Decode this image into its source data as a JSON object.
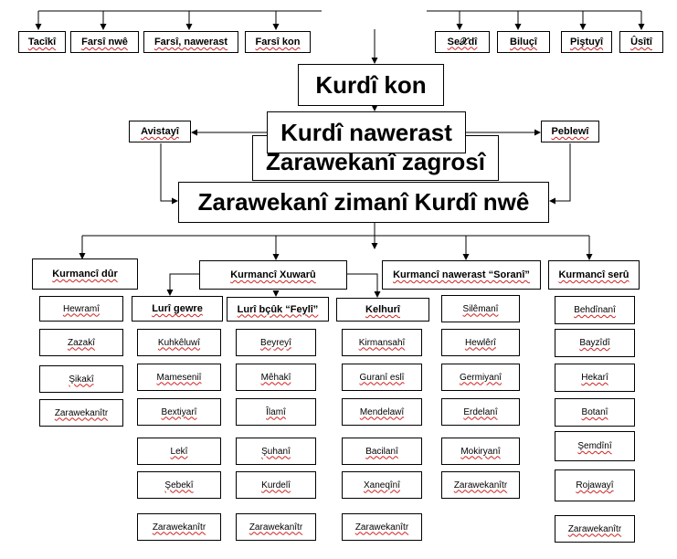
{
  "top_left": [
    "Tacîkî",
    "Farsî nwê",
    "Farsî, nawerast",
    "Farsî kon"
  ],
  "top_right": [
    "Se𝒳dî",
    "Biluçî",
    "Piştuyî",
    "Ûsîtî"
  ],
  "kurdi_kon": "Kurdî kon",
  "kurdi_nawerast": "Kurdî nawerast",
  "zagrosi": "Zarawekanî zagrosî",
  "avistayi": "Avistayî",
  "peblewi": "Peblewî",
  "main": "Zarawekanî zimanî Kurdî nwê",
  "groups": {
    "dur": "Kurmancî dûr",
    "xuwaru": "Kurmancî Xuwarû",
    "nawerast": "Kurmancî nawerast “Soranî”",
    "seru": "Kurmancî serû",
    "luri_gewre": "Lurî gewre",
    "luri_bcuk": "Lurî bçûk “Feylî”",
    "kelhuri": "Kelhurî"
  },
  "dur_items": [
    "Hewramî",
    "Zazakî",
    "Şikakî",
    "Zarawekanîtr"
  ],
  "luri_gewre_items": [
    "Kuhkêluwî",
    "Mameseniî",
    "Bextiyarî",
    "Lekî",
    "Şebekî",
    "Zarawekanîtr"
  ],
  "luri_bcuk_items": [
    "Beyreyî",
    "Mêhakî",
    "Îlamî",
    "Şuhanî",
    "Kurdelî",
    "Zarawekanîtr"
  ],
  "kelhuri_items": [
    "Kirmansahî",
    "Guranî eslî",
    "Mendelawî",
    "Bacilanî",
    "Xaneqînî",
    "Zarawekanîtr"
  ],
  "soranî_items": [
    "Silêmanî",
    "Hewlêrî",
    "Germiyanî",
    "Erdelanî",
    "Mokiryanî",
    "Zarawekanîtr"
  ],
  "seru_items": [
    "Behdînanî",
    "Bayzîdî",
    "Hekarî",
    "Botanî",
    "Şemdînî",
    "Rojawayî",
    "Zarawekanîtr"
  ]
}
